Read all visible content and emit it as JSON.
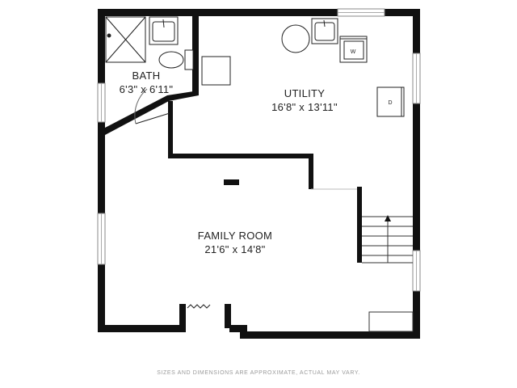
{
  "rooms": {
    "bath": {
      "name": "BATH",
      "dimensions": "6'3\" x 6'11\""
    },
    "utility": {
      "name": "UTILITY",
      "dimensions": "16'8\" x 13'11\""
    },
    "family_room": {
      "name": "FAMILY ROOM",
      "dimensions": "21'6\" x 14'8\""
    }
  },
  "appliances": {
    "washer": "W",
    "dryer": "D"
  },
  "footnote": "SIZES AND DIMENSIONS ARE APPROXIMATE, ACTUAL MAY VARY."
}
